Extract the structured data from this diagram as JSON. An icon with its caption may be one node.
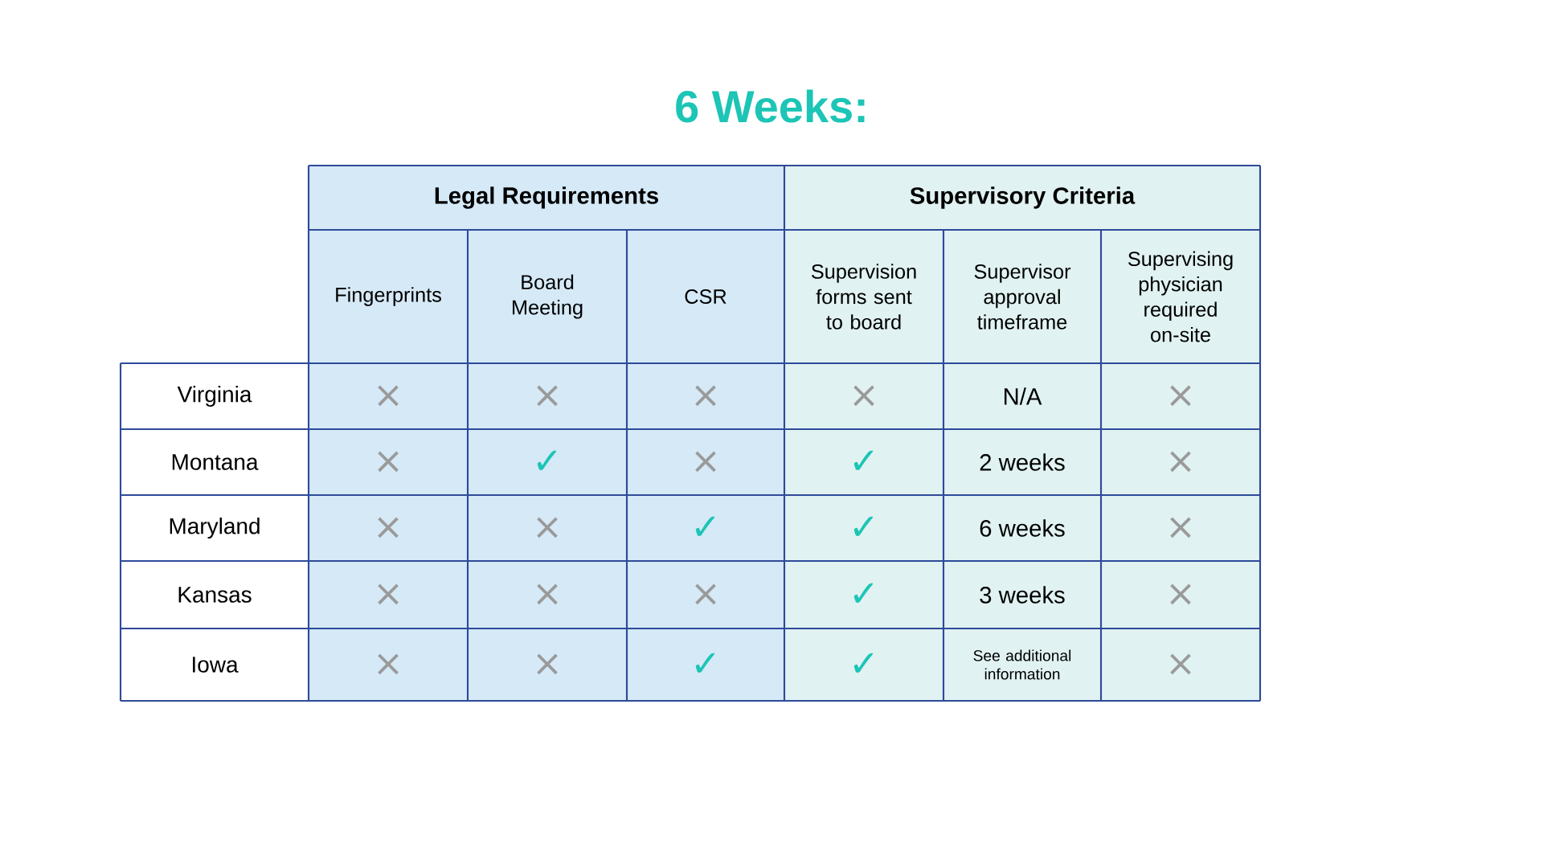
{
  "diagram": {
    "title": "6 Weeks:",
    "labels": [
      "Legal Requirements",
      "Supervisory Criteria",
      "Fingerprints",
      "Board Meeting",
      "CSR",
      "Supervision forms sent to board",
      "Supervisor approval timeframe",
      "Supervising physician required on-site",
      "Virginia",
      "×",
      "×",
      "×",
      "×",
      "N/A",
      "×",
      "Montana",
      "×",
      "✓",
      "×",
      "✓",
      "2 weeks",
      "×",
      "Maryland",
      "×",
      "×",
      "✓",
      "✓",
      "6 weeks",
      "×",
      "Kansas",
      "×",
      "×",
      "×",
      "✓",
      "3 weeks",
      "×",
      "Iowa",
      "×",
      "×",
      "✓",
      "✓",
      "See additional information",
      "×"
    ]
  }
}
